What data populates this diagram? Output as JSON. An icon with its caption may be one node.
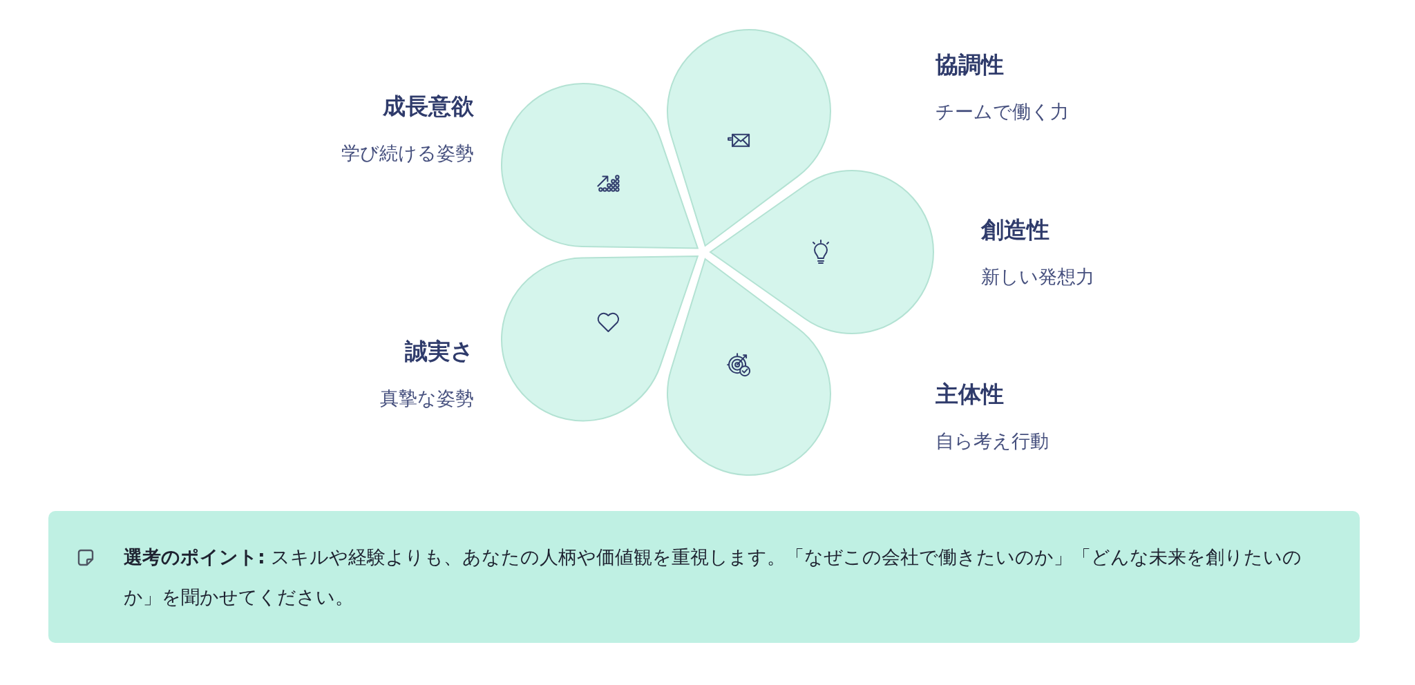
{
  "diagram": {
    "nodes": [
      {
        "text": [],
        "shape": "petal",
        "beside": [
          "協調性",
          "チームで働く力"
        ]
      },
      {
        "text": [],
        "shape": "petal",
        "beside": [
          "成長意欲",
          "学び続ける姿勢"
        ]
      },
      {
        "text": [],
        "shape": "petal",
        "beside": [
          "創造性",
          "新しい発想力"
        ]
      },
      {
        "text": [],
        "shape": "petal",
        "beside": [
          "誠実さ",
          "真摯な姿勢"
        ]
      },
      {
        "text": [],
        "shape": "petal",
        "beside": [
          "主体性",
          "自ら考え行動"
        ]
      },
      {
        "text": [
          "**選考のポイント:** スキルや経験よりも、あなたの人柄や価値観を重視します。「なぜこの会社で働きたいのか」「どんな未来を創りたいのか」を聞かせてください。"
        ]
      }
    ]
  }
}
